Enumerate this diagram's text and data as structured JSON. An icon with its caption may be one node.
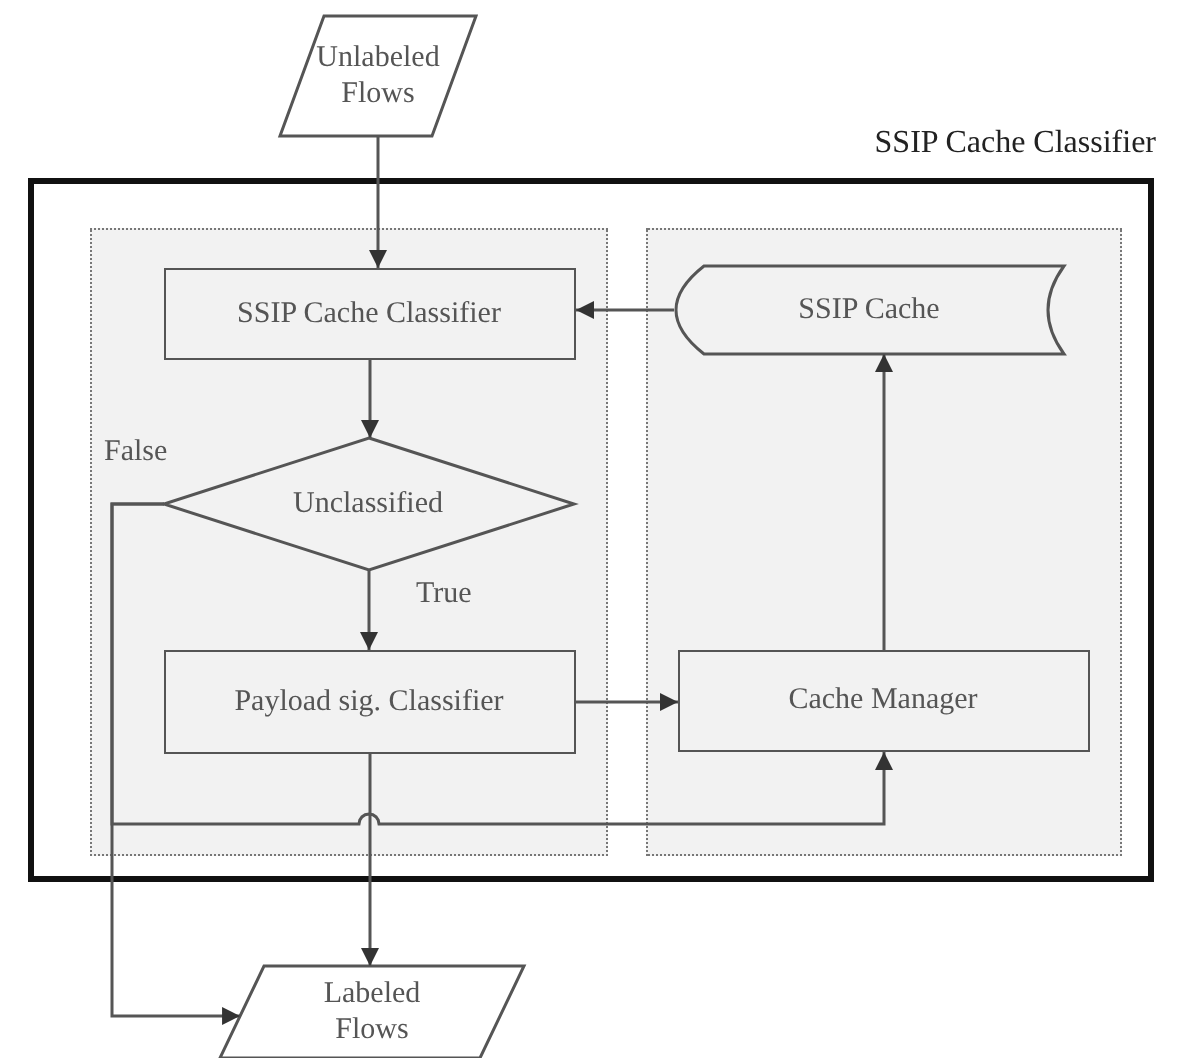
{
  "diagram": {
    "nodes": [
      {
        "text": [
          "Unlabeled Flows"
        ]
      },
      {
        "text": [
          "SSIP Cache Classifier"
        ]
      },
      {
        "text": [],
        "shape": "box",
        "in": 1
      },
      {
        "text": [],
        "shape": "box",
        "in": 1
      },
      {
        "text": [
          "SSIP Cache Classifier"
        ],
        "in": 2
      },
      {
        "text": [
          "SSIP Cache"
        ],
        "in": 3
      },
      {
        "text": [
          "Unclassified"
        ],
        "in": 2
      },
      {
        "text": [
          "Payload sig. Classifier"
        ],
        "in": 2
      },
      {
        "text": [
          "Cache Manager"
        ],
        "in": 3
      },
      {
        "text": [
          "Labeled Flows"
        ]
      }
    ],
    "edges": [
      {
        "from": 0,
        "to": 4,
        "arrow": "to"
      },
      {
        "from": 5,
        "to": 4,
        "arrow": "to"
      },
      {
        "from": 4,
        "to": 6,
        "arrow": "to"
      },
      {
        "from": 6,
        "to": 7,
        "arrow": "to",
        "label": "True"
      },
      {
        "from": 6,
        "to": 9,
        "arrow": "to",
        "label": "False"
      },
      {
        "from": 6,
        "to": 8,
        "arrow": "to"
      },
      {
        "from": 7,
        "to": 8,
        "arrow": "to"
      },
      {
        "from": 7,
        "to": 9,
        "arrow": "to"
      },
      {
        "from": 8,
        "to": 5,
        "arrow": "to"
      }
    ]
  }
}
